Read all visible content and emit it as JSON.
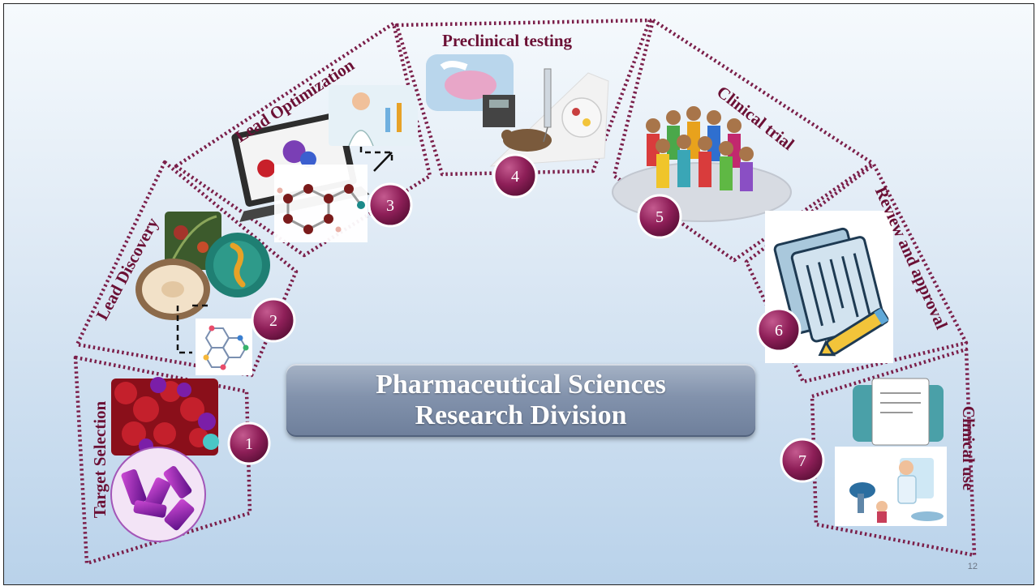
{
  "title": {
    "line1": "Pharmaceutical Sciences",
    "line2": "Research Division"
  },
  "page_number": "12",
  "stages": [
    {
      "step": "1",
      "label": "Target Selection"
    },
    {
      "step": "2",
      "label": "Lead Discovery"
    },
    {
      "step": "3",
      "label": "Lead Optimization"
    },
    {
      "step": "4",
      "label": "Preclinical testing"
    },
    {
      "step": "5",
      "label": "Clinical trial"
    },
    {
      "step": "6",
      "label": "Review and approval"
    },
    {
      "step": "7",
      "label": "Clinical use"
    }
  ],
  "colors": {
    "dotted_border": "#7b1f4a",
    "stage_label": "#6b1035",
    "step_circle": "#8e1f58",
    "title_box": "#8292ac"
  },
  "icons": [
    "protein-structure-icon",
    "natural-source-icon",
    "scientist-laptop-icon",
    "lab-mouse-icon",
    "crowd-icon",
    "document-pen-icon",
    "doctor-patient-icon"
  ]
}
